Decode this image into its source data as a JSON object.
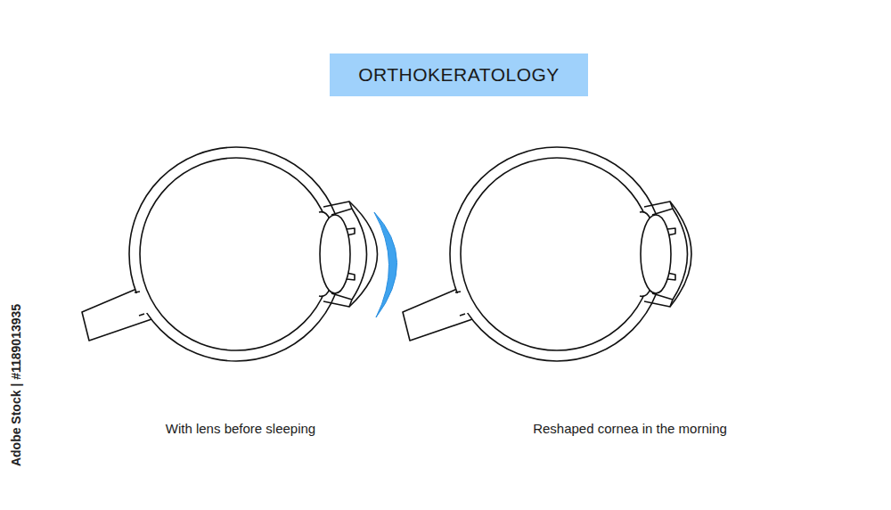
{
  "diagram": {
    "title": "ORTHOKERATOLOGY",
    "labels": [
      "With lens before sleeping",
      "Reshaped cornea in the morning",
      "Adobe Stock | #1189013935"
    ]
  }
}
